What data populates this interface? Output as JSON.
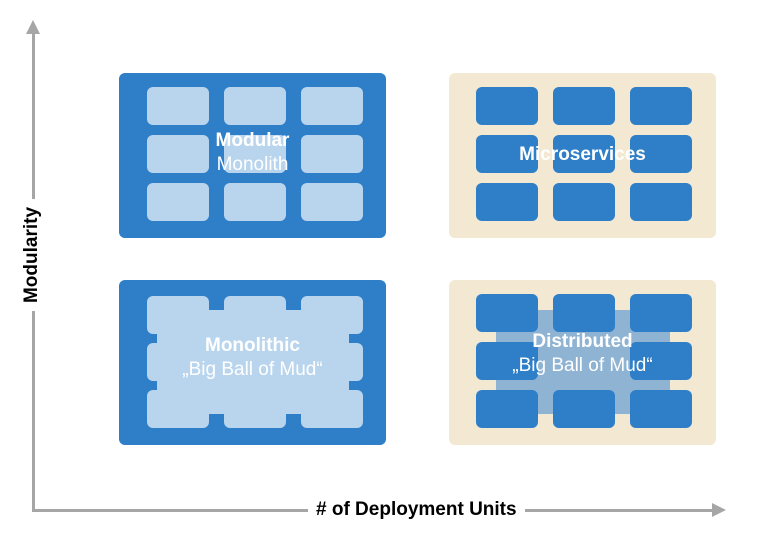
{
  "axes": {
    "x_label": "# of Deployment Units",
    "y_label": "Modularity"
  },
  "quadrants": {
    "modular_monolith": {
      "title": "Modular",
      "subtitle": "Monolith"
    },
    "microservices": {
      "title": "Microservices",
      "subtitle": ""
    },
    "monolithic": {
      "title": "Monolithic",
      "subtitle": "„Big Ball of Mud“"
    },
    "distributed": {
      "title": "Distributed",
      "subtitle": "„Big Ball of Mud“"
    }
  },
  "colors": {
    "module_blue": "#2e7ec8",
    "module_light": "#b9d5ee",
    "panel_beige": "#f3e9d2",
    "axis_grey": "#a6a6a6"
  }
}
